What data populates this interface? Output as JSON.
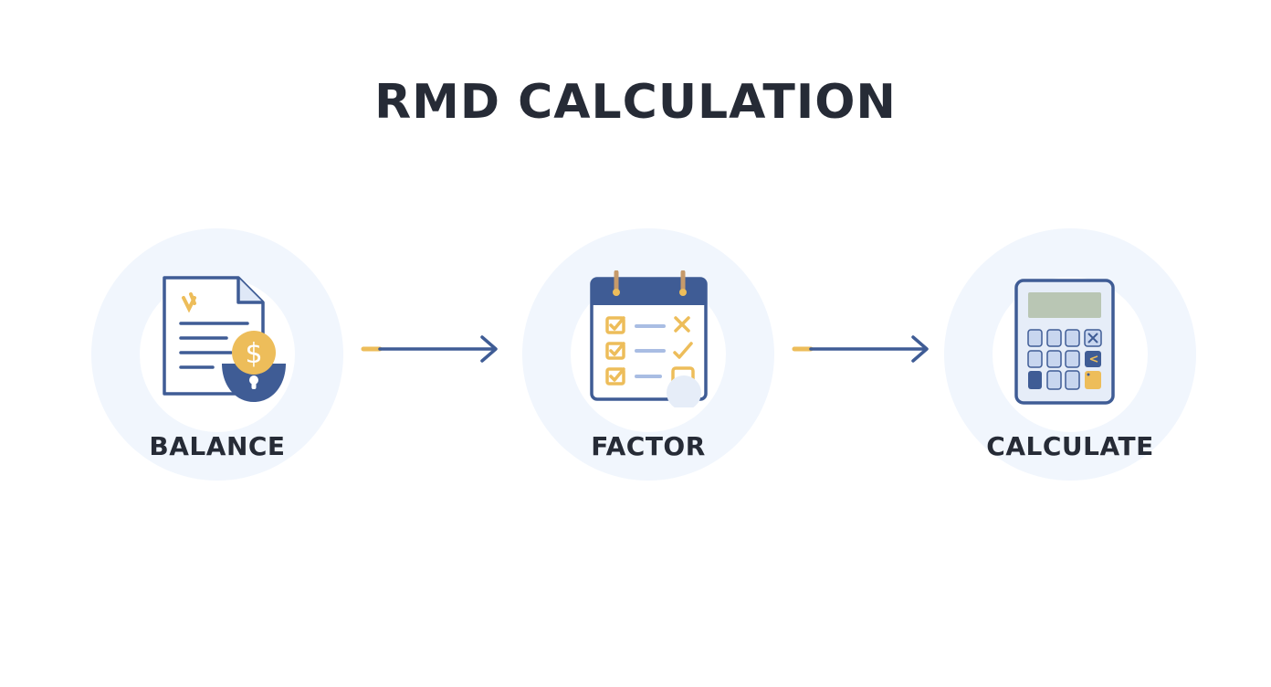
{
  "title": "RMD CALCULATION",
  "steps": [
    {
      "label": "BALANCE",
      "icon": "document-money-icon"
    },
    {
      "label": "FACTOR",
      "icon": "calendar-checklist-icon"
    },
    {
      "label": "CALCULATE",
      "icon": "calculator-icon"
    }
  ],
  "colors": {
    "navy": "#3f5c95",
    "gold": "#edbd5a",
    "circle": "#f1f6fd",
    "text": "#262b36"
  }
}
